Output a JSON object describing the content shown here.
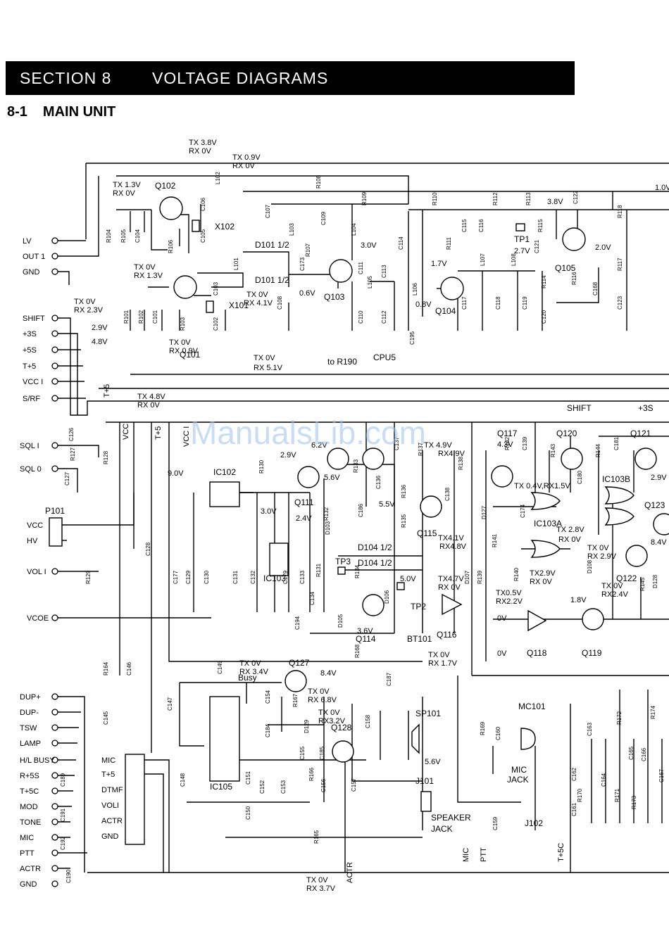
{
  "header": {
    "section": "SECTION 8",
    "title": "VOLTAGE DIAGRAMS"
  },
  "subheader": {
    "number": "8-1",
    "title": "MAIN UNIT"
  },
  "watermark": "ManualsLib.com",
  "connectors_top": [
    "LV",
    "OUT 1",
    "GND",
    "SHIFT",
    "+3S",
    "+5S",
    "T+5",
    "VCC I",
    "S/RF"
  ],
  "connectors_mid": [
    "SQL I",
    "SQL 0",
    "VCC",
    "HV",
    "VOL I",
    "VCOE"
  ],
  "connectors_bottom": [
    "DUP+",
    "DUP-",
    "TSW",
    "LAMP",
    "H/L BUSY",
    "R+5S",
    "T+5C",
    "MOD",
    "TONE",
    "MIC",
    "PTT",
    "ACTR",
    "GND"
  ],
  "jack_pins": [
    "MIC",
    "T+5",
    "DTMF",
    "VOLI",
    "ACTR",
    "GND"
  ],
  "labels": {
    "p101": "P101",
    "ic102": "IC102",
    "ic103": "IC103",
    "ic105": "IC105",
    "ic103a": "IC103A",
    "ic103b": "IC103B",
    "q101": "Q101",
    "q102": "Q102",
    "q103": "Q103",
    "q104": "Q104",
    "q105": "Q105",
    "q111": "Q111",
    "q114": "Q114",
    "q115": "Q115",
    "q116": "Q116",
    "q117": "Q117",
    "q118": "Q118",
    "q119": "Q119",
    "q120": "Q120",
    "q121": "Q121",
    "q122": "Q122",
    "q123": "Q123",
    "q127": "Q127",
    "q128": "Q128",
    "x101": "X101",
    "x102": "X102",
    "tp1": "TP1",
    "tp2": "TP2",
    "tp3": "TP3",
    "bt101": "BT101",
    "sp101": "SP101",
    "mc101": "MC101",
    "j101": "J101",
    "j102": "J102",
    "mic_jack": "MIC",
    "mic_jack2": "JACK",
    "spk_jack": "SPEAKER",
    "spk_jack2": "JACK",
    "cpu5": "CPU5",
    "to_r190": "to R190",
    "shift": "SHIFT",
    "p3s": "+3S",
    "vcc": "VCC",
    "t5": "T+5",
    "vcci": "VCC I",
    "mic_v": "MIC",
    "ptt_v": "PTT",
    "t5c_v": "T+5C",
    "actr_v": "ACTR",
    "busy": "Busy",
    "d101a": "D101 1/2",
    "d101b": "D101 1/2",
    "d104a": "D104 1/2",
    "d104b": "D104 1/2"
  },
  "components": [
    "R104",
    "R105",
    "C104",
    "R106",
    "C106",
    "C105",
    "R101",
    "R102",
    "C101",
    "R103",
    "C103",
    "C102",
    "C107",
    "L103",
    "R108",
    "R109",
    "C109",
    "L104",
    "R107",
    "C111",
    "C110",
    "L105",
    "C113",
    "C112",
    "C114",
    "L106",
    "R110",
    "C115",
    "C116",
    "R111",
    "C117",
    "L107",
    "C118",
    "L108",
    "C119",
    "R112",
    "R113",
    "R115",
    "C121",
    "R114",
    "C120",
    "R116",
    "C168",
    "C122",
    "R118",
    "R117",
    "C123",
    "L101",
    "L102",
    "C173",
    "C108",
    "C195",
    "C126",
    "R127",
    "R128",
    "C127",
    "C128",
    "R129",
    "R164",
    "C146",
    "C145",
    "C177",
    "C129",
    "C130",
    "C131",
    "C132",
    "C179",
    "C133",
    "R131",
    "R130",
    "R132",
    "D103",
    "C186",
    "R133",
    "C136",
    "C137",
    "R137",
    "C138",
    "R136",
    "R135",
    "R138",
    "C139",
    "R142",
    "R143",
    "R144",
    "C181",
    "C180",
    "R141",
    "C174",
    "R140",
    "D127",
    "D107",
    "R139",
    "D108",
    "R145",
    "D128",
    "C134",
    "C194",
    "R134",
    "D106",
    "D105",
    "R168",
    "C187",
    "C149",
    "C147",
    "C154",
    "R167",
    "C184",
    "D129",
    "C155",
    "C185",
    "R166",
    "C156",
    "C151",
    "C152",
    "C153",
    "C150",
    "C148",
    "C158",
    "C157",
    "R165",
    "R169",
    "C160",
    "C159",
    "C163",
    "R172",
    "R174",
    "C162",
    "C164",
    "R170",
    "C161",
    "R171",
    "R173",
    "C165",
    "C166",
    "C167",
    "C189",
    "C191",
    "C192",
    "C190"
  ],
  "voltages": {
    "q102_c": "TX 3.8V",
    "q102_c2": "RX 0V",
    "l102": "TX 0.9V",
    "l102b": "RX 0V",
    "q102_b": "TX 1.3V",
    "q102_b2": "RX 0V",
    "q101_b": "TX 0V",
    "q101_b2": "RX 1.3V",
    "q101_e": "TX 0V",
    "q101_e2": "RX 0.9V",
    "x101": "TX 0V",
    "x101b": "RX 4.1V",
    "shift": "TX 0V",
    "shift2": "RX 2.3V",
    "p3s": "2.9V",
    "p5s": "4.8V",
    "q103_c": "3.0V",
    "q103_b": "0.6V",
    "q104_c": "1.7V",
    "q104_b": "0.8V",
    "tp1": "2.7V",
    "r113": "3.8V",
    "q105": "2.0V",
    "r118": "1.0V",
    "vcci": "TX 0V",
    "vcci2": "RX 5.1V",
    "t5": "TX 4.8V",
    "t5b": "RX 0V",
    "ic102_in": "9.0V",
    "ic102_out": "3.0V",
    "q111_e": "2.9V",
    "q111_b": "2.4V",
    "q111_c": "5.6V",
    "q_right": "5.5V",
    "top_left": "6.2V",
    "tp3": "5.0V",
    "q114": "3.6V",
    "q115_a": "TX 4.9V",
    "q115_b": "RX4.9V",
    "q115_c": "TX4.1V",
    "q115_d": "RX4.8V",
    "q116_a": "TX4.7V",
    "q116_b": "RX 0V",
    "q117": "4.3V",
    "ic103a": "TX 0.4V,RX1.5V",
    "ic103a_2": "TX 2.8V",
    "ic103a_3": "RX 0V",
    "ic103a_b": "TX2.9V",
    "ic103a_b2": "RX 0V",
    "d107": "TX0.5V",
    "d107b": "RX2.2V",
    "q121": "2.9V",
    "q123": "8.4V",
    "q122_a": "TX 0V",
    "q122_b": "RX 2.9V",
    "q122_c": "TX 0V",
    "q122_d": "RX2.4V",
    "q119_b": "1.8V",
    "q118_in": "0V",
    "q116_out": "TX 0V",
    "q116_out2": "RX 1.7V",
    "q118_out": "0V",
    "q127_a": "TX 0V",
    "q127_b": "RX 3.4V",
    "q127_c": "8.4V",
    "q127_d": "TX 0V",
    "q127_e": "RX 6.8V",
    "q128_a": "TX 0V",
    "q128_b": "RX3.2V",
    "mic": "5.6V",
    "actr": "TX 0V",
    "actr2": "RX 3.7V"
  },
  "colors": {
    "ink": "#000000",
    "watermark": "#9cc3ea"
  }
}
